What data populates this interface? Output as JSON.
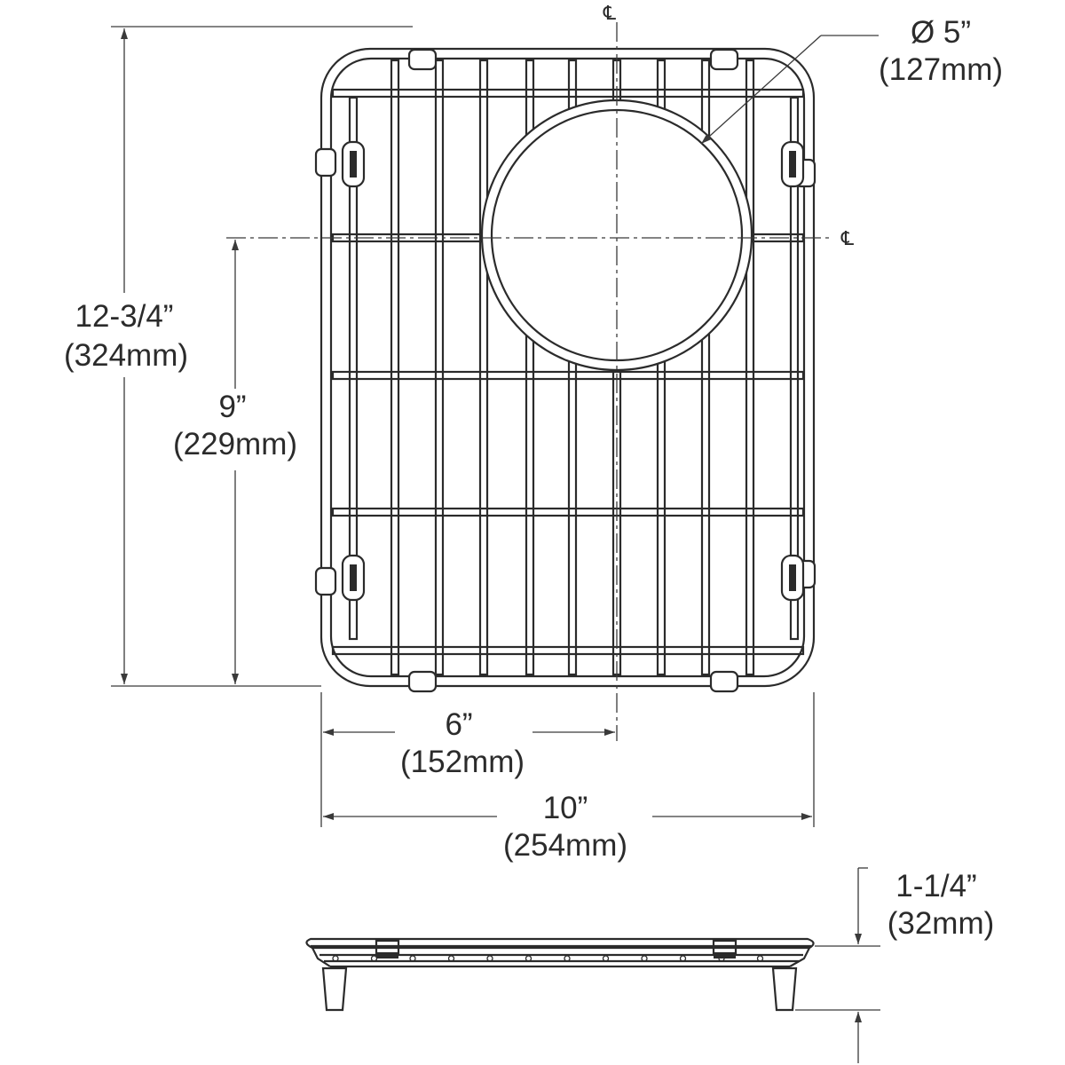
{
  "centerline_symbol": "℄",
  "dimensions": {
    "overall_length": {
      "imperial": "12-3/4”",
      "metric": "(324mm)"
    },
    "drain_offset_length": {
      "imperial": "9”",
      "metric": "(229mm)"
    },
    "drain_offset_width": {
      "imperial": "6”",
      "metric": "(152mm)"
    },
    "overall_width": {
      "imperial": "10”",
      "metric": "(254mm)"
    },
    "drain_diameter": {
      "imperial": "Ø 5”",
      "metric": "(127mm)"
    },
    "height": {
      "imperial": "1-1/4”",
      "metric": "(32mm)"
    }
  },
  "line_color": "#2b2b2b"
}
